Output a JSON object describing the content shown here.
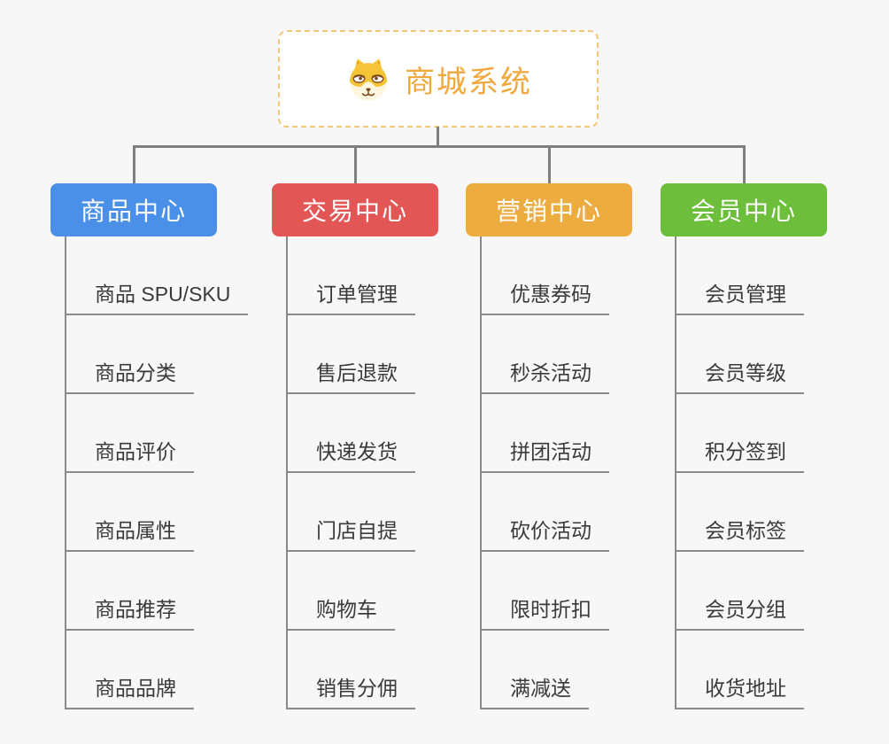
{
  "canvas": {
    "background": "#F7F7F7",
    "connector_color": "#7F7F7F",
    "leaf_line_color": "#8A8A8A"
  },
  "root": {
    "title": "商城系统",
    "icon": "shiba-dog-icon",
    "text_color": "#F0A83C",
    "border_color": "#F2C878"
  },
  "branches": [
    {
      "label": "商品中心",
      "color": "#4A90E8",
      "children": [
        "商品 SPU/SKU",
        "商品分类",
        "商品评价",
        "商品属性",
        "商品推荐",
        "商品品牌"
      ]
    },
    {
      "label": "交易中心",
      "color": "#E25755",
      "children": [
        "订单管理",
        "售后退款",
        "快递发货",
        "门店自提",
        "购物车",
        "销售分佣"
      ]
    },
    {
      "label": "营销中心",
      "color": "#EDAC40",
      "children": [
        "优惠券码",
        "秒杀活动",
        "拼团活动",
        "砍价活动",
        "限时折扣",
        "满减送"
      ]
    },
    {
      "label": "会员中心",
      "color": "#6DBF3B",
      "children": [
        "会员管理",
        "会员等级",
        "积分签到",
        "会员标签",
        "会员分组",
        "收货地址"
      ]
    }
  ]
}
